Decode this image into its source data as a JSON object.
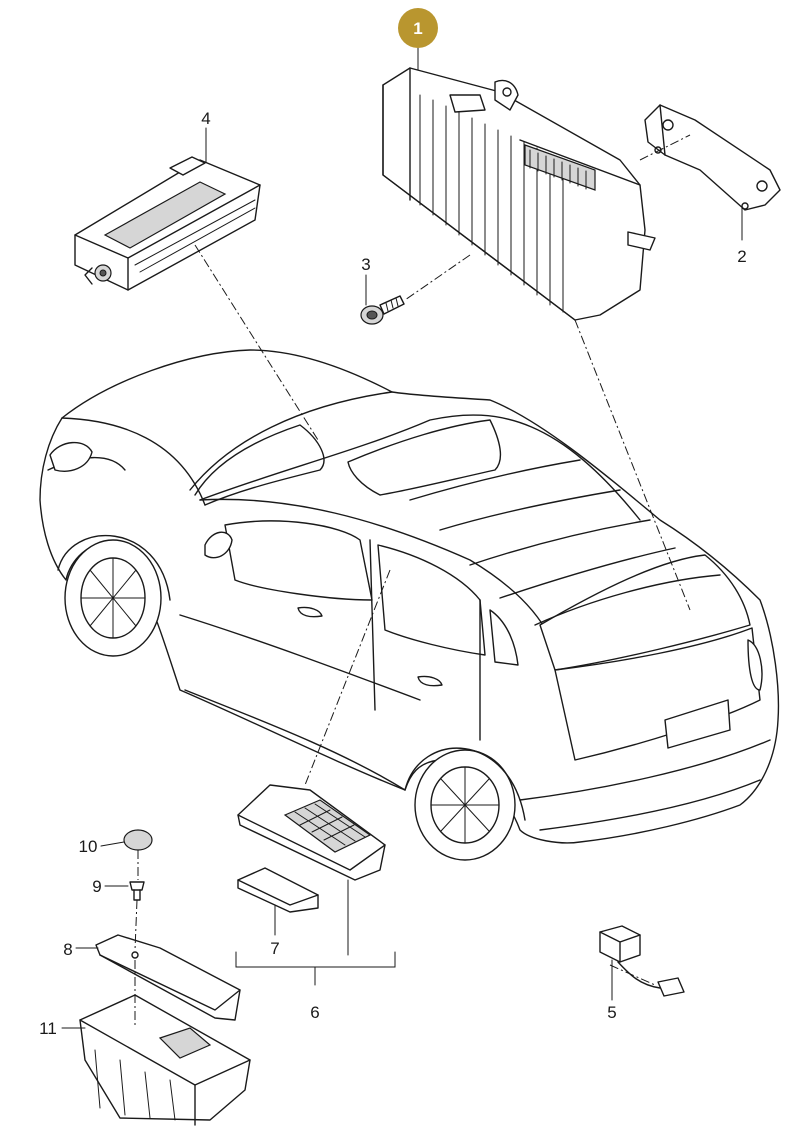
{
  "callouts": {
    "c1": "1",
    "c2": "2",
    "c3": "3",
    "c4": "4",
    "c5": "5",
    "c6": "6",
    "c7": "7",
    "c8": "8",
    "c9": "9",
    "c10": "10",
    "c11": "11"
  },
  "colors": {
    "badge_fill": "#b9962f",
    "line": "#1a1a1a"
  }
}
